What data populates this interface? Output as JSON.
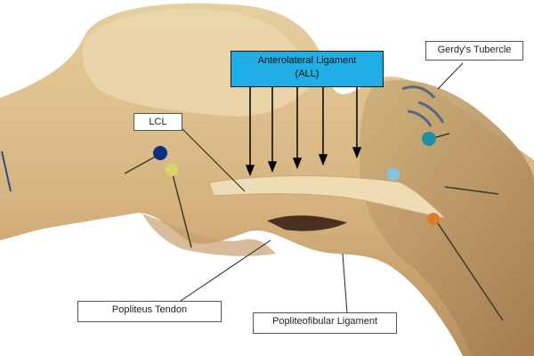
{
  "labels": {
    "all_line1": "Anterolateral Ligament",
    "all_line2": "(ALL)",
    "gerdys": "Gerdy's Tubercle",
    "lcl": "LCL",
    "popliteus": "Popliteus Tendon",
    "popliteofibular": "Popliteofibular Ligament"
  },
  "colors": {
    "tissue": "#d9b98a",
    "callout": "#20aee6",
    "pin_dark_blue": "#0d2f8a",
    "pin_yellow": "#d8d46a",
    "pin_light_blue": "#7cc6ec",
    "pin_teal": "#1b8fa8",
    "pin_orange": "#e07a2e"
  },
  "pins": [
    "dark-blue",
    "yellow",
    "light-blue",
    "teal",
    "orange"
  ]
}
